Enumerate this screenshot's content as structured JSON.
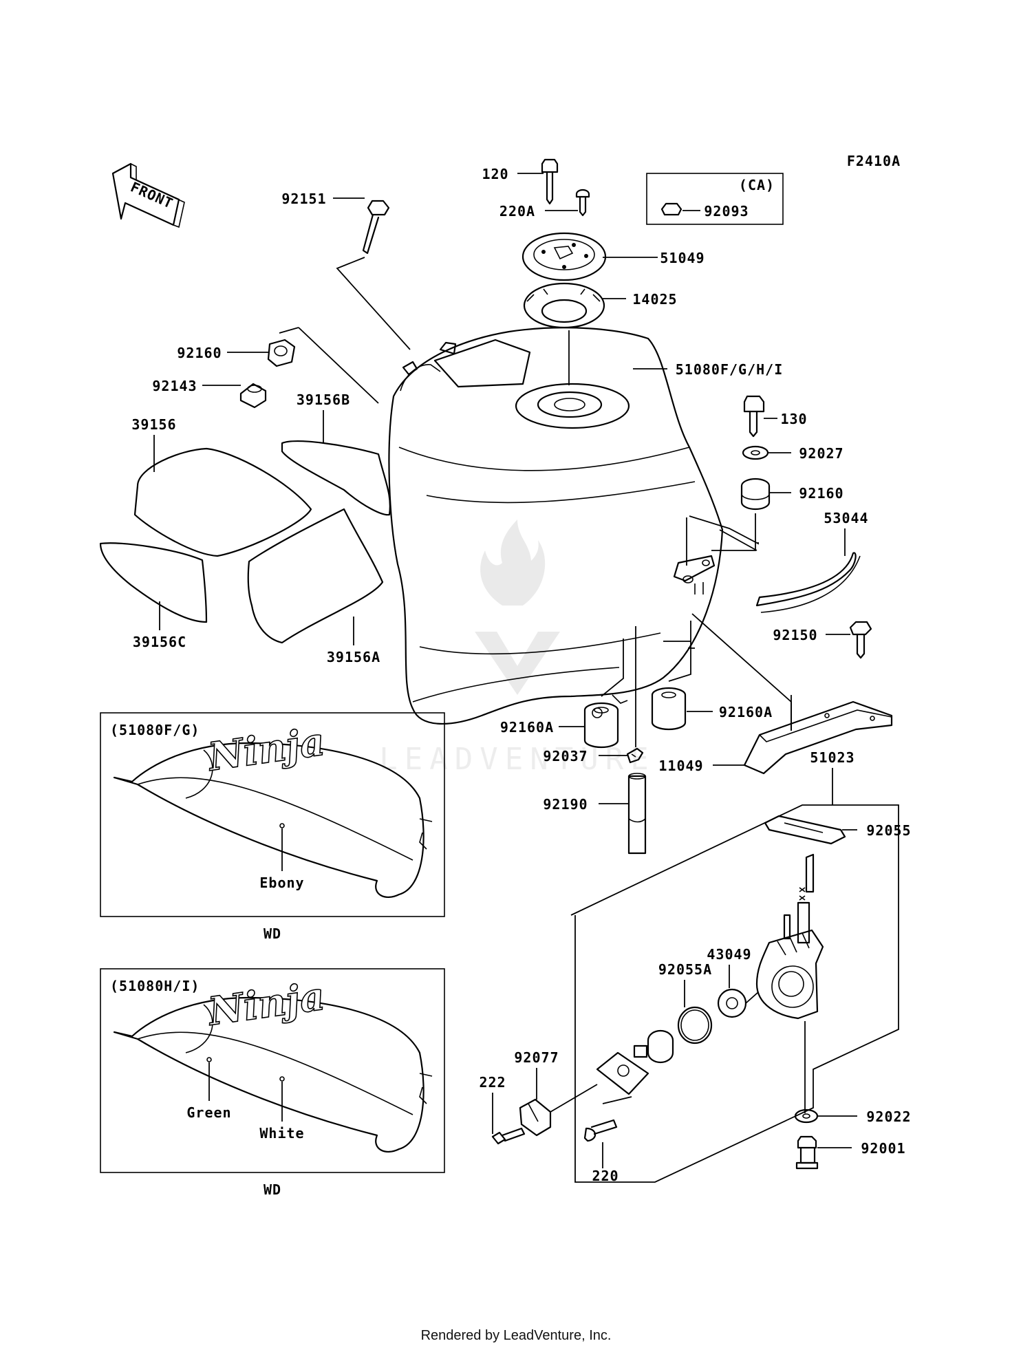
{
  "figure_code": "F2410A",
  "front_arrow_label": "FRONT",
  "ca_label": "(CA)",
  "watermark_text": "LEADVENTURE",
  "parts": [
    {
      "id": "p120",
      "label": "120"
    },
    {
      "id": "p220a",
      "label": "220A"
    },
    {
      "id": "p92093",
      "label": "92093"
    },
    {
      "id": "p92151",
      "label": "92151"
    },
    {
      "id": "p51049",
      "label": "51049"
    },
    {
      "id": "p14025",
      "label": "14025"
    },
    {
      "id": "p92160_top",
      "label": "92160"
    },
    {
      "id": "p92143",
      "label": "92143"
    },
    {
      "id": "p51080",
      "label": "51080F/G/H/I"
    },
    {
      "id": "p39156b",
      "label": "39156B"
    },
    {
      "id": "p39156",
      "label": "39156"
    },
    {
      "id": "p130",
      "label": "130"
    },
    {
      "id": "p92027",
      "label": "92027"
    },
    {
      "id": "p92160_right",
      "label": "92160"
    },
    {
      "id": "p53044",
      "label": "53044"
    },
    {
      "id": "p39156c",
      "label": "39156C"
    },
    {
      "id": "p39156a",
      "label": "39156A"
    },
    {
      "id": "p92150",
      "label": "92150"
    },
    {
      "id": "p92160a_left",
      "label": "92160A"
    },
    {
      "id": "p92160a_right",
      "label": "92160A"
    },
    {
      "id": "p92037",
      "label": "92037"
    },
    {
      "id": "p11049",
      "label": "11049"
    },
    {
      "id": "p51023",
      "label": "51023"
    },
    {
      "id": "p92190",
      "label": "92190"
    },
    {
      "id": "p92055",
      "label": "92055"
    },
    {
      "id": "p43049",
      "label": "43049"
    },
    {
      "id": "p92055a",
      "label": "92055A"
    },
    {
      "id": "p92077",
      "label": "92077"
    },
    {
      "id": "p222",
      "label": "222"
    },
    {
      "id": "p220",
      "label": "220"
    },
    {
      "id": "p92022",
      "label": "92022"
    },
    {
      "id": "p92001",
      "label": "92001"
    }
  ],
  "variant_boxes": [
    {
      "title": "(51080F/G)",
      "colors": [
        "Ebony"
      ],
      "caption": "WD",
      "logo": "Ninja"
    },
    {
      "title": "(51080H/I)",
      "colors": [
        "Green",
        "White"
      ],
      "caption": "WD",
      "logo": "Ninja"
    }
  ],
  "footer": "Rendered by LeadVenture, Inc."
}
